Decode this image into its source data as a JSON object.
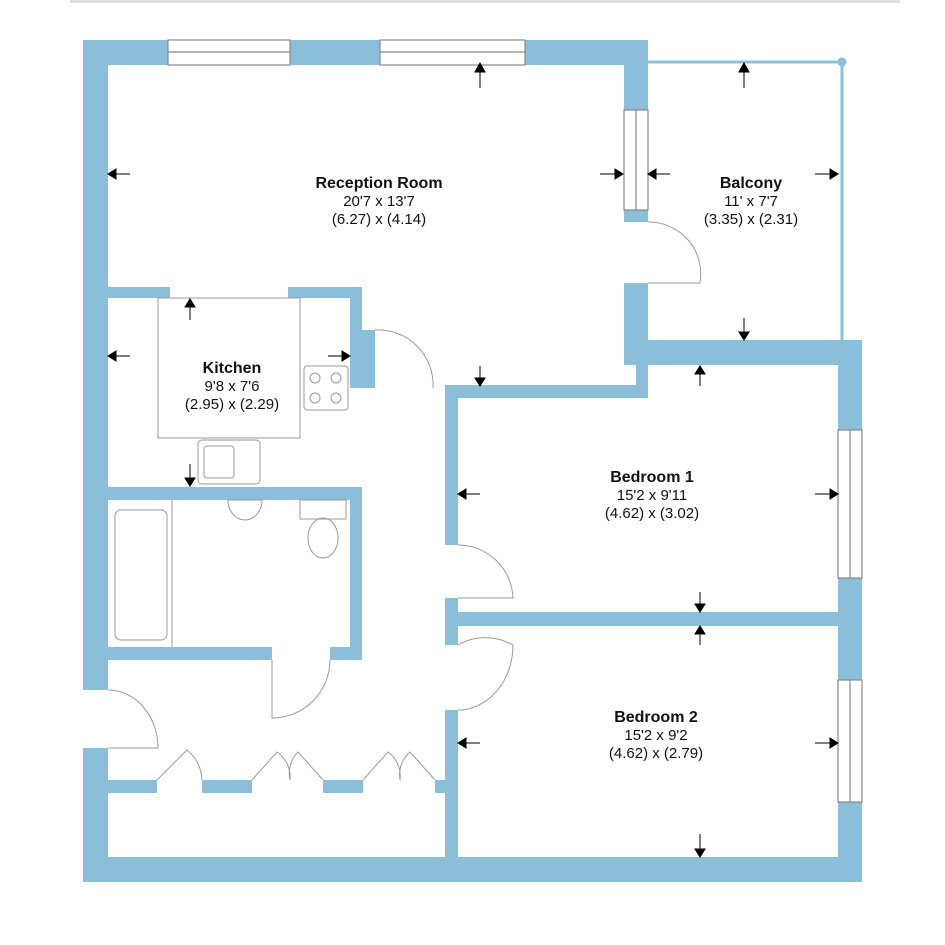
{
  "rooms": [
    {
      "name": "Reception Room",
      "imperial": "20'7 x 13'7",
      "metric": "(6.27) x (4.14)"
    },
    {
      "name": "Balcony",
      "imperial": "11' x 7'7",
      "metric": "(3.35) x (2.31)"
    },
    {
      "name": "Kitchen",
      "imperial": "9'8 x 7'6",
      "metric": "(2.95) x (2.29)"
    },
    {
      "name": "Bedroom 1",
      "imperial": "15'2 x 9'11",
      "metric": "(4.62) x (3.02)"
    },
    {
      "name": "Bedroom 2",
      "imperial": "15'2 x 9'2",
      "metric": "(4.62) x (2.79)"
    }
  ],
  "colors": {
    "wall": "#8bbfd9"
  }
}
